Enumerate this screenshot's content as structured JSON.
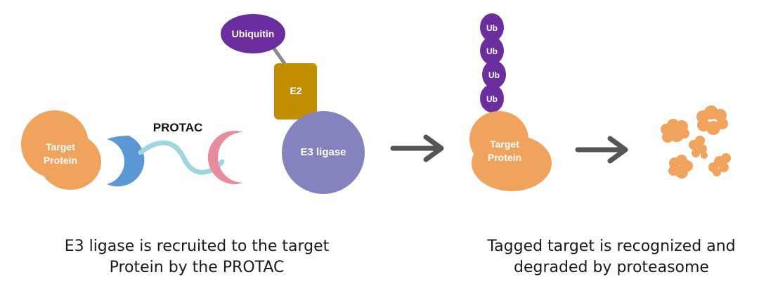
{
  "labels": {
    "target_protein_left": [
      "Target",
      "Protein"
    ],
    "protac": "PROTAC",
    "ubiquitin": "Ubiquitin",
    "e2": "E2",
    "e3_ligase": "E3 ligase",
    "ub_chain": [
      "Ub",
      "Ub",
      "Ub",
      "Ub"
    ],
    "target_protein_right": [
      "Target",
      "Protein"
    ]
  },
  "captions": {
    "left": [
      "E3 ligase is recruited to the target",
      "Protein by the PROTAC"
    ],
    "right": [
      "Tagged target is recognized and",
      "degraded by proteasome"
    ]
  },
  "colors": {
    "target_protein": "#EFA35C",
    "warhead": "#5B97D3",
    "linker": "#9FD6DE",
    "e3_ligand": "#E88C9C",
    "ubiquitin": "#6B2E9E",
    "e2": "#C08E00",
    "e3_ligase": "#8583BF",
    "arrow": "#555555",
    "fragments": "#EFA35C"
  }
}
